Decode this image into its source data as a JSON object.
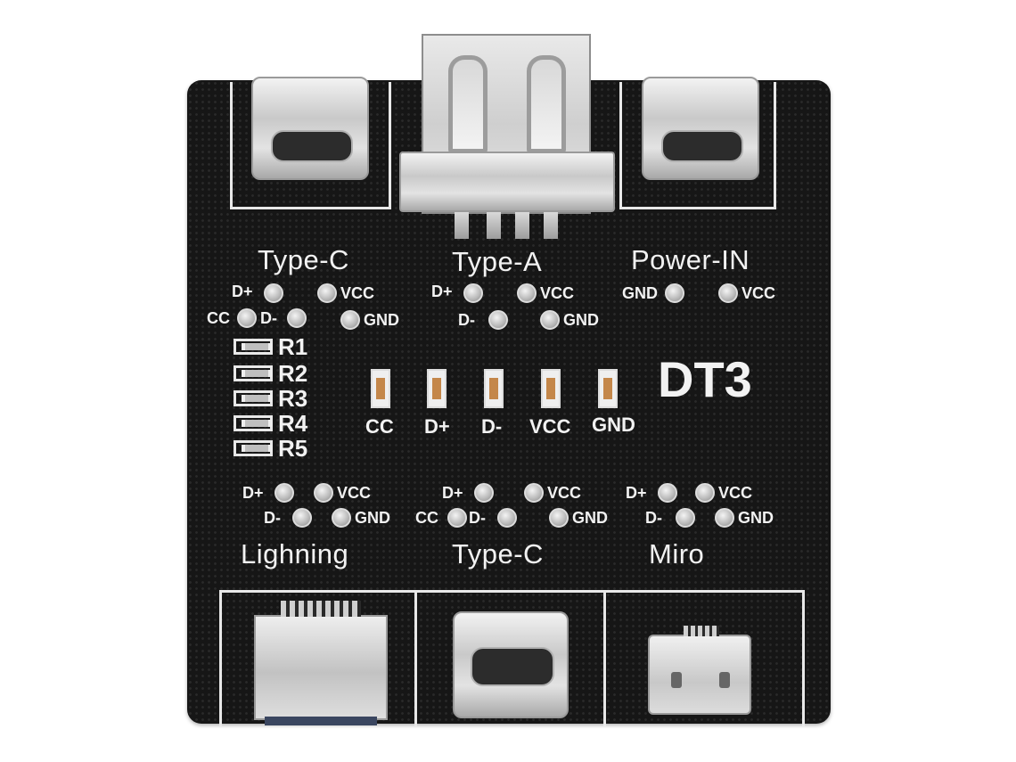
{
  "board": {
    "model": "DT3",
    "top": {
      "typec_label": "Type-C",
      "typea_label": "Type-A",
      "power_label": "Power-IN"
    },
    "bottom": {
      "lightning_label": "Lighning",
      "typec_label": "Type-C",
      "micro_label": "Miro"
    },
    "pins": {
      "dplus": "D+",
      "dminus": "D-",
      "vcc": "VCC",
      "gnd": "GND",
      "cc": "CC"
    },
    "resistors": [
      "R1",
      "R2",
      "R3",
      "R4",
      "R5"
    ],
    "leds": [
      "CC",
      "D+",
      "D-",
      "VCC",
      "GND"
    ]
  },
  "colors": {
    "pcb": "#161616",
    "silkscreen": "#f2f2f2",
    "metal": "#c9c9c9"
  }
}
